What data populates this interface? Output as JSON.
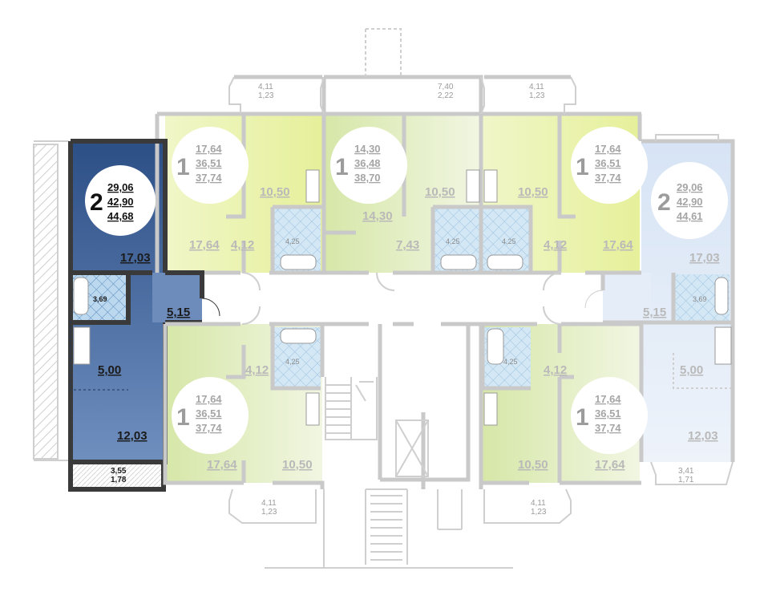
{
  "colors": {
    "selected_apartment": "#3b5e96",
    "yellow_apartment": "#eef5a6",
    "green_apartment": "#dcebb8",
    "blue_apartment": "#dfe9f6",
    "wall": "#c9c9c9",
    "bath_tile": "#cfe4f4"
  },
  "apartments": [
    {
      "id": "left-2room",
      "rooms": "2",
      "living": "29,06",
      "total": "42,90",
      "total_with_balcony": "44,68",
      "selected": true
    },
    {
      "id": "top-left-1room",
      "rooms": "1",
      "living": "17,64",
      "total": "36,51",
      "total_with_balcony": "37,74"
    },
    {
      "id": "top-center-1room",
      "rooms": "1",
      "living": "14,30",
      "total": "36,48",
      "total_with_balcony": "38,70"
    },
    {
      "id": "top-right-1room",
      "rooms": "1",
      "living": "17,64",
      "total": "36,51",
      "total_with_balcony": "37,74"
    },
    {
      "id": "right-2room",
      "rooms": "2",
      "living": "29,06",
      "total": "42,90",
      "total_with_balcony": "44,61"
    },
    {
      "id": "bottom-left-1room",
      "rooms": "1",
      "living": "17,64",
      "total": "36,51",
      "total_with_balcony": "37,74"
    },
    {
      "id": "bottom-right-1room",
      "rooms": "1",
      "living": "17,64",
      "total": "36,51",
      "total_with_balcony": "37,74"
    }
  ],
  "room_labels": {
    "sel_bedroom": "17,03",
    "sel_bath": "3,69",
    "sel_hall": "5,15",
    "sel_kitchen": "5,00",
    "sel_living": "12,03",
    "sel_balcony_a": "3,55",
    "sel_balcony_b": "1,78",
    "tl_room": "17,64",
    "tl_hall": "4,12",
    "tl_kitchen": "10,50",
    "tl_bath": "4,25",
    "tc_kitchen": "10,50",
    "tc_room": "14,30",
    "tc_hall": "7,43",
    "tc_bath": "4,25",
    "tr_kitchen": "10,50",
    "tr_bath": "4,25",
    "tr_hall": "4,12",
    "tr_room": "17,64",
    "r_bedroom": "17,03",
    "r_bath": "3,69",
    "r_hall": "5,15",
    "r_kitchen": "5,00",
    "r_living": "12,03",
    "r_balcony_a": "3,41",
    "r_balcony_b": "1,71",
    "bl_bath": "4,25",
    "bl_hall": "4,12",
    "bl_room": "17,64",
    "bl_kitchen": "10,50",
    "br_bath": "4,25",
    "br_hall": "4,12",
    "br_kitchen": "10,50",
    "br_room": "17,64"
  },
  "balconies": {
    "top_left_a": "4,11",
    "top_left_b": "1,23",
    "top_center_a": "7,40",
    "top_center_b": "2,22",
    "top_right_a": "4,11",
    "top_right_b": "1,23",
    "bottom_left_a": "4,11",
    "bottom_left_b": "1,23",
    "bottom_right_a": "4,11",
    "bottom_right_b": "1,23"
  }
}
